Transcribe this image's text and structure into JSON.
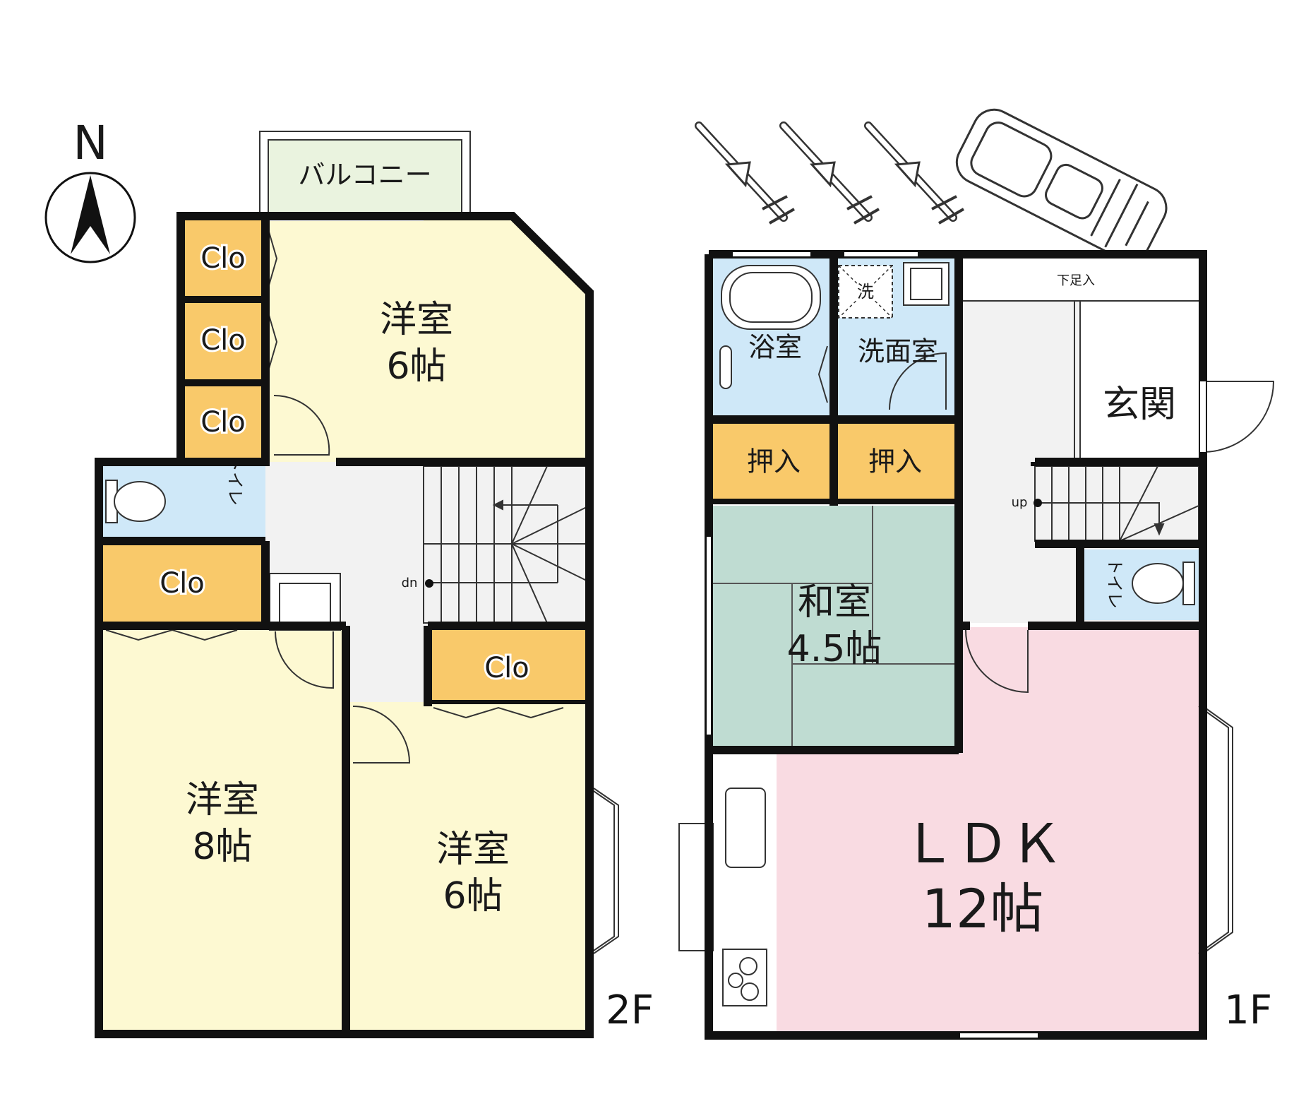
{
  "compass": {
    "north_label": "N"
  },
  "floor2": {
    "floor_label": "2F",
    "balcony": "バルコニー",
    "room_top": {
      "name": "洋室",
      "size": "6帖"
    },
    "room_left": {
      "name": "洋室",
      "size": "8帖"
    },
    "room_right": {
      "name": "洋室",
      "size": "6帖"
    },
    "closets": [
      "Clo",
      "Clo",
      "Clo",
      "Clo",
      "Clo"
    ],
    "toilet": "トイレ",
    "stairs_label": "dn"
  },
  "floor1": {
    "floor_label": "1F",
    "bath": "浴室",
    "washroom": "洗面室",
    "washer": "洗",
    "shoe_storage": "下足入",
    "entrance": "玄関",
    "oshiire": [
      "押入",
      "押入"
    ],
    "washitsu": {
      "name": "和室",
      "size": "4.5帖"
    },
    "ldk": {
      "name": "ＬＤＫ",
      "size": "12帖"
    },
    "toilet": "トイレ",
    "stairs_label": "up"
  },
  "colors": {
    "western_room": "#fdf9d2",
    "closet": "#f9c96a",
    "wet_area": "#cfe8f8",
    "hall": "#f2f2f2",
    "tatami": "#bfdcd2",
    "ldk": "#f9dbe2",
    "balcony": "#eaf3df",
    "wall": "#111111"
  },
  "icons": [
    "compass-icon",
    "bicycle-icon",
    "bicycle-icon",
    "bicycle-icon",
    "motorcycle-icon"
  ]
}
